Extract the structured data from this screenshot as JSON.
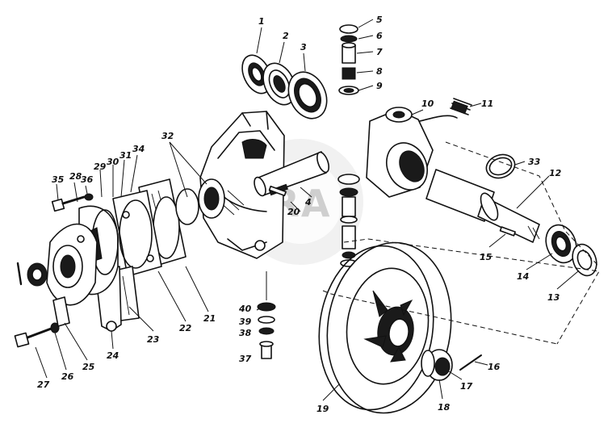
{
  "diagram": {
    "watermark": "ERA",
    "callouts": [
      {
        "id": "1",
        "text": "1"
      },
      {
        "id": "2",
        "text": "2"
      },
      {
        "id": "3",
        "text": "3"
      },
      {
        "id": "4",
        "text": "4"
      },
      {
        "id": "5",
        "text": "5"
      },
      {
        "id": "6",
        "text": "6"
      },
      {
        "id": "7",
        "text": "7"
      },
      {
        "id": "8",
        "text": "8"
      },
      {
        "id": "9",
        "text": "9"
      },
      {
        "id": "10",
        "text": "10"
      },
      {
        "id": "11",
        "text": "11"
      },
      {
        "id": "12",
        "text": "12"
      },
      {
        "id": "13",
        "text": "13"
      },
      {
        "id": "14",
        "text": "14"
      },
      {
        "id": "15",
        "text": "15"
      },
      {
        "id": "16",
        "text": "16"
      },
      {
        "id": "17",
        "text": "17"
      },
      {
        "id": "18",
        "text": "18"
      },
      {
        "id": "19",
        "text": "19"
      },
      {
        "id": "20",
        "text": "20"
      },
      {
        "id": "21",
        "text": "21"
      },
      {
        "id": "22",
        "text": "22"
      },
      {
        "id": "23",
        "text": "23"
      },
      {
        "id": "24",
        "text": "24"
      },
      {
        "id": "25",
        "text": "25"
      },
      {
        "id": "26",
        "text": "26"
      },
      {
        "id": "27",
        "text": "27"
      },
      {
        "id": "28",
        "text": "28"
      },
      {
        "id": "29",
        "text": "29"
      },
      {
        "id": "30",
        "text": "30"
      },
      {
        "id": "31",
        "text": "31"
      },
      {
        "id": "32",
        "text": "32"
      },
      {
        "id": "33",
        "text": "33"
      },
      {
        "id": "34",
        "text": "34"
      },
      {
        "id": "35",
        "text": "35"
      },
      {
        "id": "36",
        "text": "36"
      },
      {
        "id": "37",
        "text": "37"
      },
      {
        "id": "38",
        "text": "38"
      },
      {
        "id": "39",
        "text": "39"
      },
      {
        "id": "40",
        "text": "40"
      }
    ]
  }
}
